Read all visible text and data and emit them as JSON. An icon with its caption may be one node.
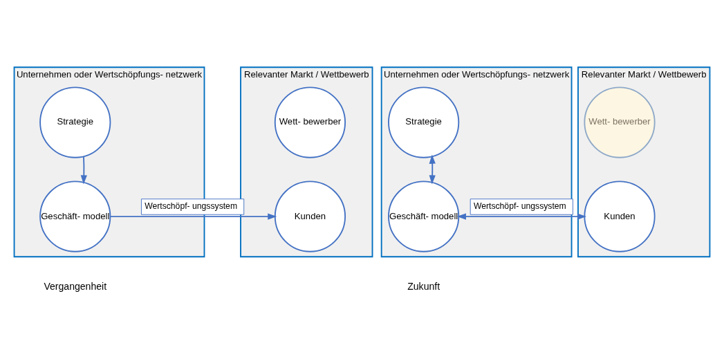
{
  "diagram": {
    "nodes": [
      {
        "text": [
          "Unternehmen oder Wertschöpfungs- netzwerk"
        ]
      },
      {
        "text": [
          "Strategie"
        ],
        "in": 0
      },
      {
        "text": [
          "Geschäft- modell"
        ],
        "in": 0
      },
      {
        "text": [
          "Relevanter Markt / Wettbewerb"
        ]
      },
      {
        "text": [
          "Wett- bewerber"
        ],
        "in": 3
      },
      {
        "text": [
          "Kunden"
        ],
        "in": 3
      },
      {
        "text": [
          "Unternehmen oder Wertschöpfungs- netzwerk"
        ]
      },
      {
        "text": [
          "Strategie"
        ],
        "in": 6
      },
      {
        "text": [
          "Geschäft- modell"
        ],
        "in": 6
      },
      {
        "text": [
          "Relevanter Markt / Wettbewerb"
        ]
      },
      {
        "text": [
          "Wett- bewerber"
        ],
        "in": 9
      },
      {
        "text": [
          "Kunden"
        ],
        "in": 9
      }
    ],
    "edges": [
      {
        "from": 1,
        "to": 2,
        "arrow": "to"
      },
      {
        "from": 2,
        "to": 5,
        "arrow": "to",
        "label": "Wertschöpf- ungssystem"
      },
      {
        "from": 7,
        "to": 8,
        "arrow": "both"
      },
      {
        "from": 8,
        "to": 11,
        "arrow": "both",
        "label": "Wertschöpf- ungssystem"
      }
    ],
    "labels": [
      "Vergangenheit",
      "Zukunft"
    ]
  }
}
